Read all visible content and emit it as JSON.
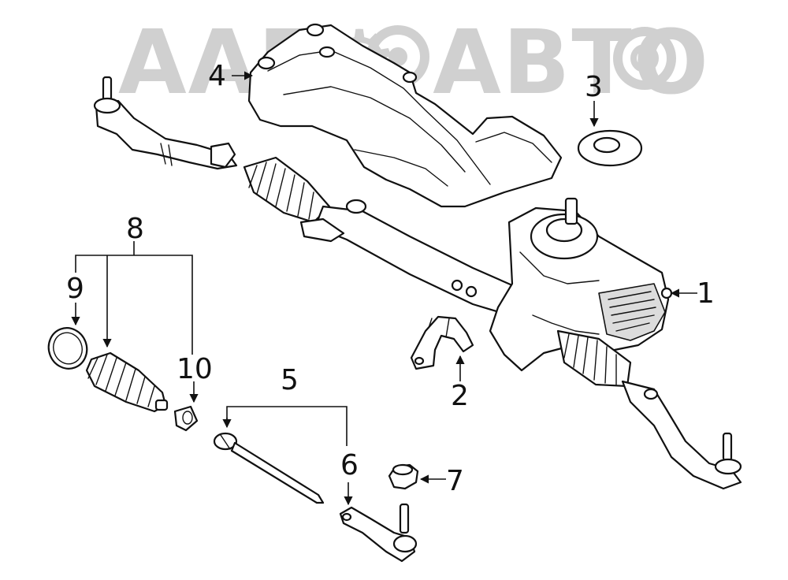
{
  "watermark": {
    "text": "AAE⚙ ABTO",
    "color": "#c8c8c8"
  },
  "callouts": {
    "c1": "1",
    "c2": "2",
    "c3": "3",
    "c4": "4",
    "c5": "5",
    "c6": "6",
    "c7": "7",
    "c8": "8",
    "c9": "9",
    "c10": "10"
  },
  "colors": {
    "line": "#111111",
    "background": "#ffffff",
    "watermark": "#c8c8c8"
  }
}
